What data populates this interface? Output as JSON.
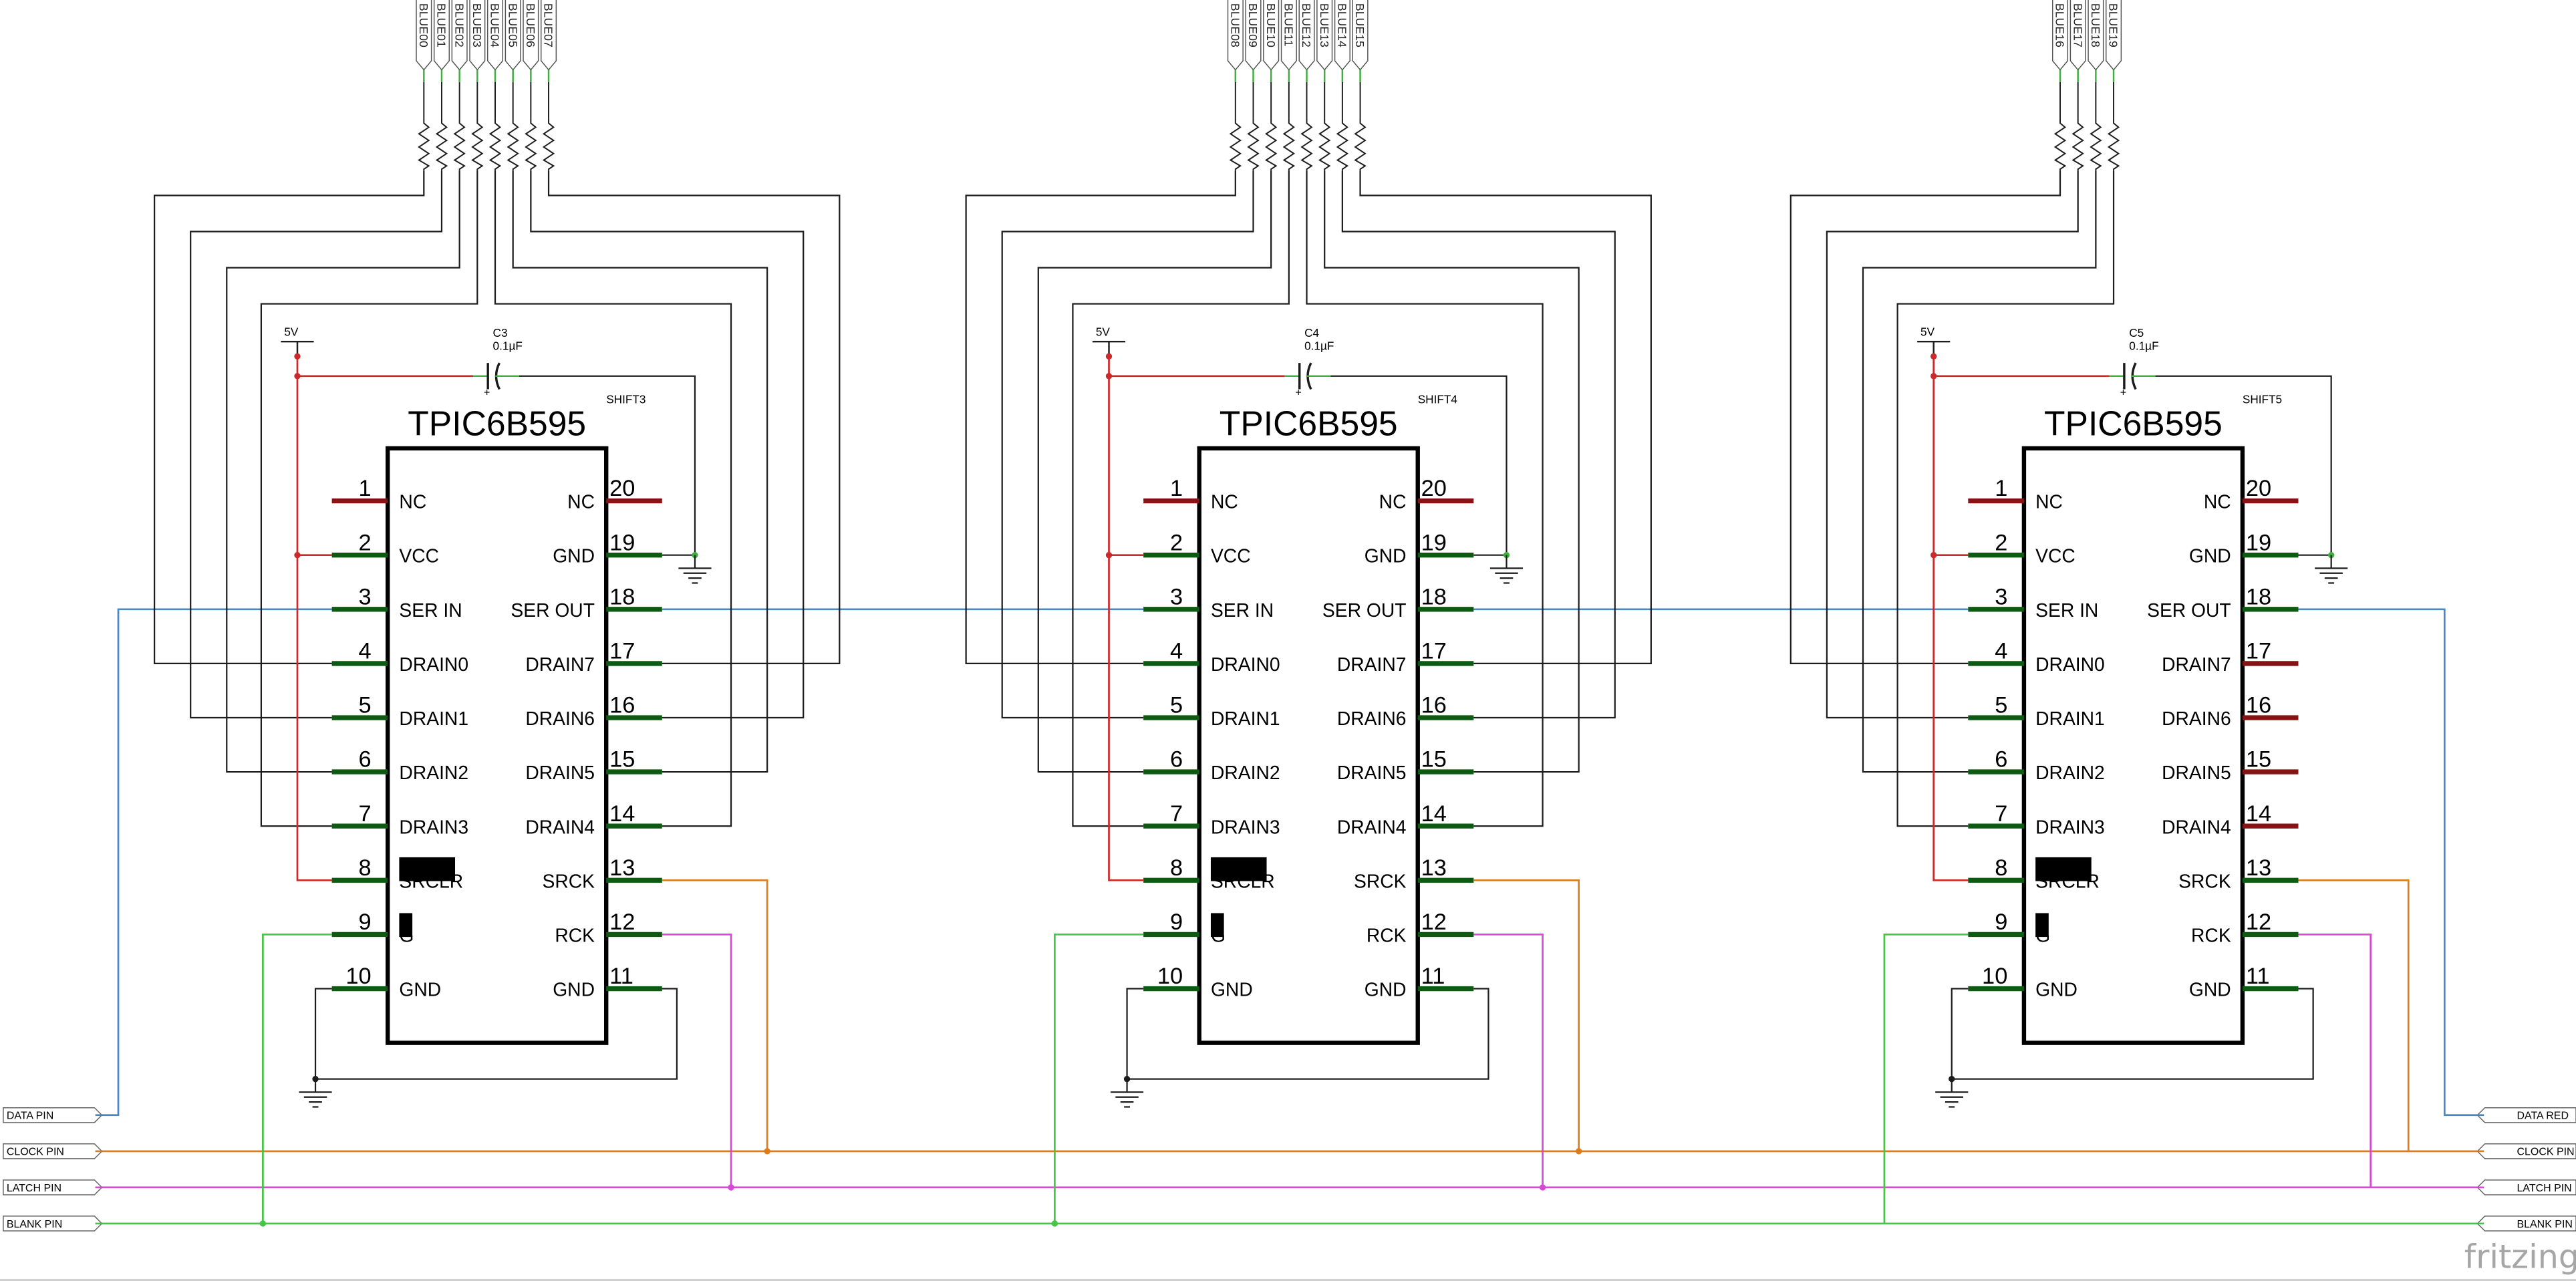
{
  "app": {
    "logo_text": "fritzing",
    "logo_color": "#a6a6a6"
  },
  "wire_colors": {
    "signal": "#1c1c1c",
    "power": "#cc2a2a",
    "data": "#4a87c6",
    "clock": "#de7c1c",
    "latch": "#d64ad6",
    "blank": "#45c445",
    "lead": "#3fae3f"
  },
  "pin_colors": {
    "connected": "#0d5a12",
    "unconnected": "#861414"
  },
  "pins": {
    "left": [
      {
        "number": "1",
        "name": "NC"
      },
      {
        "number": "2",
        "name": "VCC"
      },
      {
        "number": "3",
        "name": "SER IN"
      },
      {
        "number": "4",
        "name": "DRAIN0"
      },
      {
        "number": "5",
        "name": "DRAIN1"
      },
      {
        "number": "6",
        "name": "DRAIN2"
      },
      {
        "number": "7",
        "name": "DRAIN3"
      },
      {
        "number": "8",
        "name": "SRCLR"
      },
      {
        "number": "9",
        "name": "G"
      },
      {
        "number": "10",
        "name": "GND"
      }
    ],
    "right": [
      {
        "number": "20",
        "name": "NC"
      },
      {
        "number": "19",
        "name": "GND"
      },
      {
        "number": "18",
        "name": "SER OUT"
      },
      {
        "number": "17",
        "name": "DRAIN7"
      },
      {
        "number": "16",
        "name": "DRAIN6"
      },
      {
        "number": "15",
        "name": "DRAIN5"
      },
      {
        "number": "14",
        "name": "DRAIN4"
      },
      {
        "number": "13",
        "name": "SRCK"
      },
      {
        "number": "12",
        "name": "RCK"
      },
      {
        "number": "11",
        "name": "GND"
      }
    ]
  },
  "chips": [
    {
      "part": "TPIC6B595",
      "label": "SHIFT3",
      "power": "5V",
      "capacitor": {
        "ref": "C3",
        "value": "0.1µF",
        "polarity": "+"
      },
      "resistor_nets": [
        "BLUE00",
        "BLUE01",
        "BLUE02",
        "BLUE03",
        "BLUE04",
        "BLUE05",
        "BLUE06",
        "BLUE07"
      ],
      "unconnected_pins": [
        1,
        20
      ]
    },
    {
      "part": "TPIC6B595",
      "label": "SHIFT4",
      "power": "5V",
      "capacitor": {
        "ref": "C4",
        "value": "0.1µF",
        "polarity": "+"
      },
      "resistor_nets": [
        "BLUE08",
        "BLUE09",
        "BLUE10",
        "BLUE11",
        "BLUE12",
        "BLUE13",
        "BLUE14",
        "BLUE15"
      ],
      "unconnected_pins": [
        1,
        20
      ]
    },
    {
      "part": "TPIC6B595",
      "label": "SHIFT5",
      "power": "5V",
      "capacitor": {
        "ref": "C5",
        "value": "0.1µF",
        "polarity": "+"
      },
      "resistor_nets": [
        "BLUE16",
        "BLUE17",
        "BLUE18",
        "BLUE19"
      ],
      "unconnected_pins": [
        1,
        20,
        17,
        16,
        15,
        14
      ]
    }
  ],
  "net_labels": {
    "left": [
      {
        "text": "DATA PIN",
        "color": "#4a87c6"
      },
      {
        "text": "CLOCK PIN",
        "color": "#de7c1c"
      },
      {
        "text": "LATCH PIN",
        "color": "#d64ad6"
      },
      {
        "text": "BLANK PIN",
        "color": "#45c445"
      }
    ],
    "right": [
      {
        "text": "DATA RED",
        "color": "#4a87c6"
      },
      {
        "text": "CLOCK PIN",
        "color": "#de7c1c"
      },
      {
        "text": "LATCH PIN",
        "color": "#d64ad6"
      },
      {
        "text": "BLANK PIN",
        "color": "#45c445"
      }
    ]
  }
}
